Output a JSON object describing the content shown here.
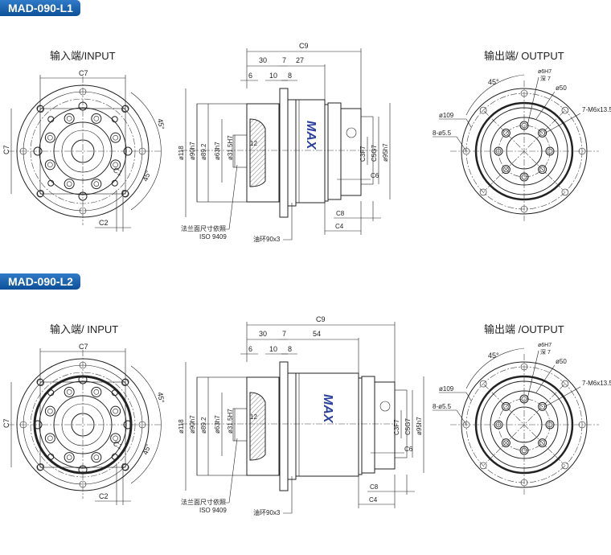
{
  "sections": [
    {
      "model": "MAD-090-L1",
      "input_title": "输入端/INPUT",
      "output_title": "输出端/ OUTPUT",
      "dims": {
        "c9": "C9",
        "d30": "30",
        "d7": "7",
        "dlen": "27",
        "d6": "6",
        "d10": "10",
        "d8": "8",
        "d118": "ø118",
        "d90": "ø90h7",
        "d892": "ø89.2",
        "d63": "ø63h7",
        "d315": "ø31.5H7",
        "d12": "12",
        "c3": "C3F7",
        "c5": "C5G7",
        "d95": "ø95h7",
        "c6": "C6",
        "c8": "C8",
        "c4": "C4",
        "c7a": "C7",
        "c7b": "C7",
        "c1": "C1",
        "c2": "C2",
        "a45a": "45°",
        "a45b": "45°",
        "o45": "45°",
        "o6h7": "ø6H7",
        "odeep": "深 7",
        "o50": "ø50",
        "om6": "7-M6x13.5",
        "o109": "ø109",
        "o55": "8-ø5.5"
      },
      "note_flange": "法兰面尺寸依照",
      "note_iso": "ISO 9409",
      "note_ring": "油环90x3"
    },
    {
      "model": "MAD-090-L2",
      "input_title": "输入端/ INPUT",
      "output_title": "输出端 /OUTPUT",
      "dims": {
        "c9": "C9",
        "d30": "30",
        "d7": "7",
        "dlen": "54",
        "d6": "6",
        "d10": "10",
        "d8": "8",
        "d118": "ø118",
        "d90": "ø90h7",
        "d892": "ø89.2",
        "d63": "ø63h7",
        "d315": "ø31.5H7",
        "d12": "12",
        "c3": "C3F7",
        "c5": "C5G7",
        "d95": "ø95h7",
        "c6": "C6",
        "c8": "C8",
        "c4": "C4",
        "c7a": "C7",
        "c7b": "C7",
        "c1": "C1",
        "c2": "C2",
        "a45a": "45°",
        "a45b": "45°",
        "o45": "45°",
        "o6h7": "ø6H7",
        "odeep": "深 7",
        "o50": "ø50",
        "om6": "7-M6x13.5",
        "o109": "ø109",
        "o55": "8-ø5.5"
      },
      "note_flange": "法兰面尺寸依照",
      "note_iso": "ISO 9409",
      "note_ring": "油环90x3"
    }
  ],
  "logo_text": "MAX",
  "colors": {
    "banner": "#1a5fa8",
    "logo": "#2b3f9e",
    "line": "#222222"
  }
}
